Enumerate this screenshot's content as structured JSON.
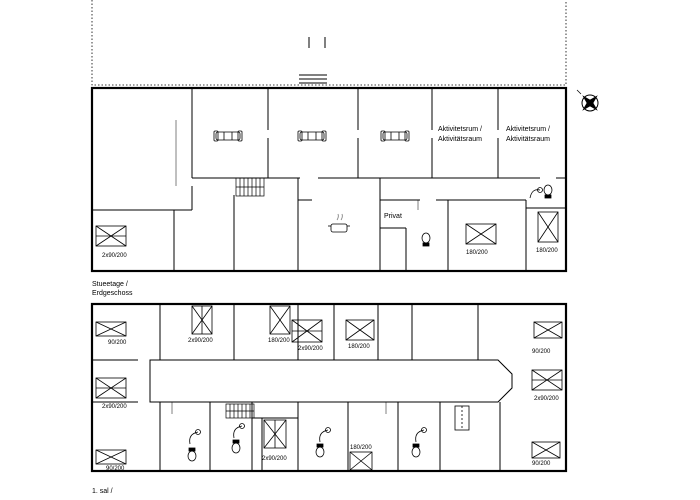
{
  "floors": [
    {
      "label_line1": "Stueetage /",
      "label_line2": "Erdgeschoss"
    },
    {
      "label_line1": "1. sal /",
      "label_line2": ""
    }
  ],
  "room_labels": {
    "activity_1_line1": "Aktivitetsrum /",
    "activity_1_line2": "Aktivitätsraum",
    "activity_2_line1": "Aktivitetsrum /",
    "activity_2_line2": "Aktivitätsraum",
    "private": "Privat"
  },
  "beds": [
    "2x90/200",
    "180/200",
    "180/200",
    "90/200",
    "2x90/200",
    "180/200",
    "2x90/200",
    "180/200",
    "90/200",
    "2x90/200",
    "2x90/200",
    "90/200",
    "2x90/200",
    "180/200",
    "90/200"
  ],
  "icons": {
    "compass": "compass-rose-icon",
    "sofa": "sofa-icon",
    "stove": "stove-icon",
    "toilet": "toilet-icon",
    "shower": "shower-icon",
    "stairs": "stairs-icon"
  }
}
